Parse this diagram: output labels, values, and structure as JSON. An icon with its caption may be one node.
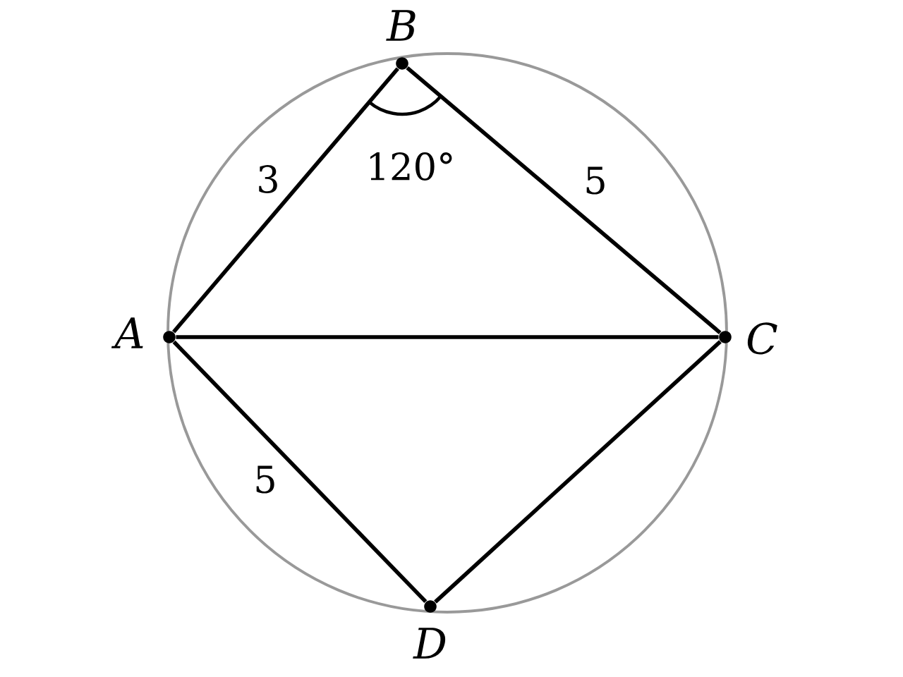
{
  "diagram": {
    "nodes": [
      {
        "text": [
          "A"
        ]
      },
      {
        "text": [
          "B"
        ]
      },
      {
        "text": [
          "C"
        ]
      },
      {
        "text": [
          "D"
        ]
      }
    ],
    "edges": [
      {
        "from": 0,
        "to": 1,
        "arrow": "none",
        "label": "3"
      },
      {
        "from": 1,
        "to": 2,
        "arrow": "none",
        "label": "5"
      },
      {
        "from": 0,
        "to": 2,
        "arrow": "none"
      },
      {
        "from": 0,
        "to": 3,
        "arrow": "none",
        "label": "5"
      },
      {
        "from": 3,
        "to": 2,
        "arrow": "none"
      }
    ],
    "labels": [
      "120°"
    ]
  }
}
